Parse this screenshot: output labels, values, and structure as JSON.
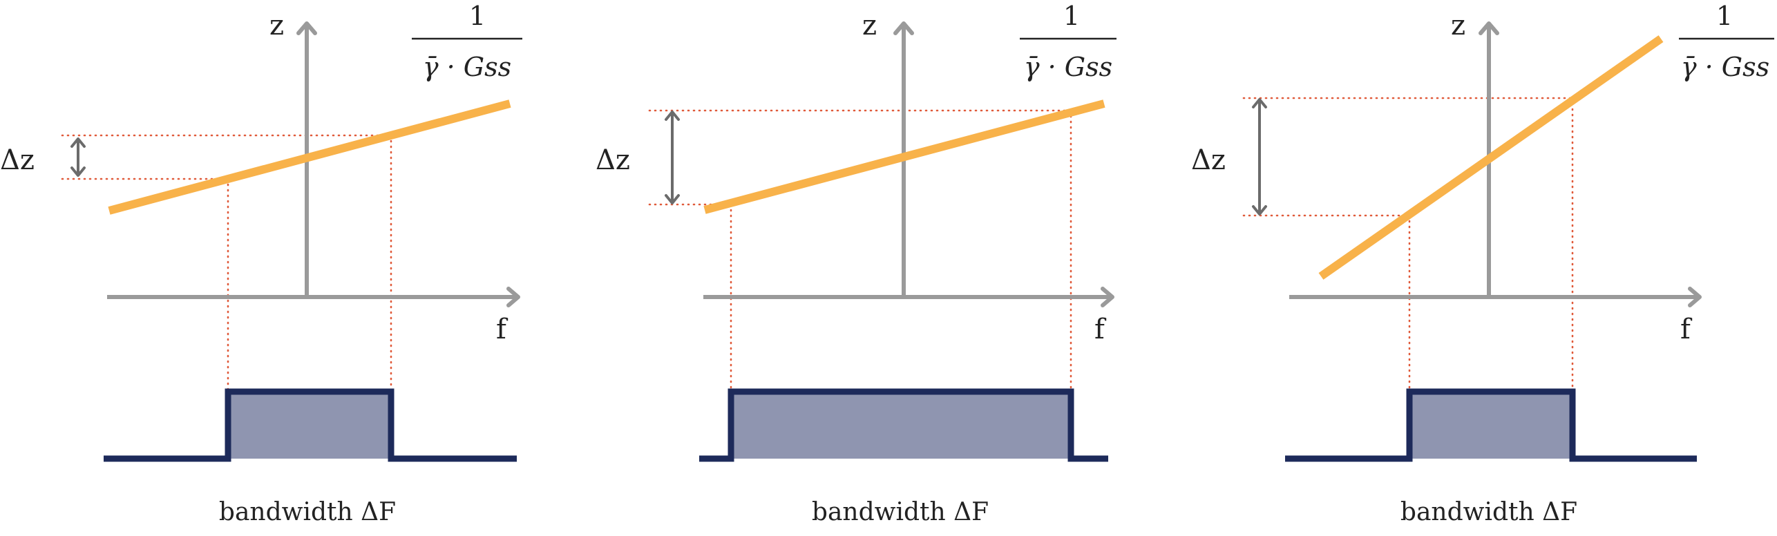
{
  "panels": [
    {
      "z_label": "z",
      "f_label": "f",
      "delta_z_label": "Δz",
      "bandwidth_label": "bandwidth ΔF",
      "fraction_numerator": "1",
      "fraction_denominator": "γ̄ · Gss"
    },
    {
      "z_label": "z",
      "f_label": "f",
      "delta_z_label": "Δz",
      "bandwidth_label": "bandwidth ΔF",
      "fraction_numerator": "1",
      "fraction_denominator": "γ̄ · Gss"
    },
    {
      "z_label": "z",
      "f_label": "f",
      "delta_z_label": "Δz",
      "bandwidth_label": "bandwidth ΔF",
      "fraction_numerator": "1",
      "fraction_denominator": "γ̄ · Gss"
    }
  ],
  "colors": {
    "axis": "#9a9a9a",
    "ramp": "#f8b24a",
    "guide": "#e05a3a",
    "profile_line": "#1d2a5a",
    "profile_fill": "#8f95b0",
    "arrow": "#6b6b6b"
  }
}
